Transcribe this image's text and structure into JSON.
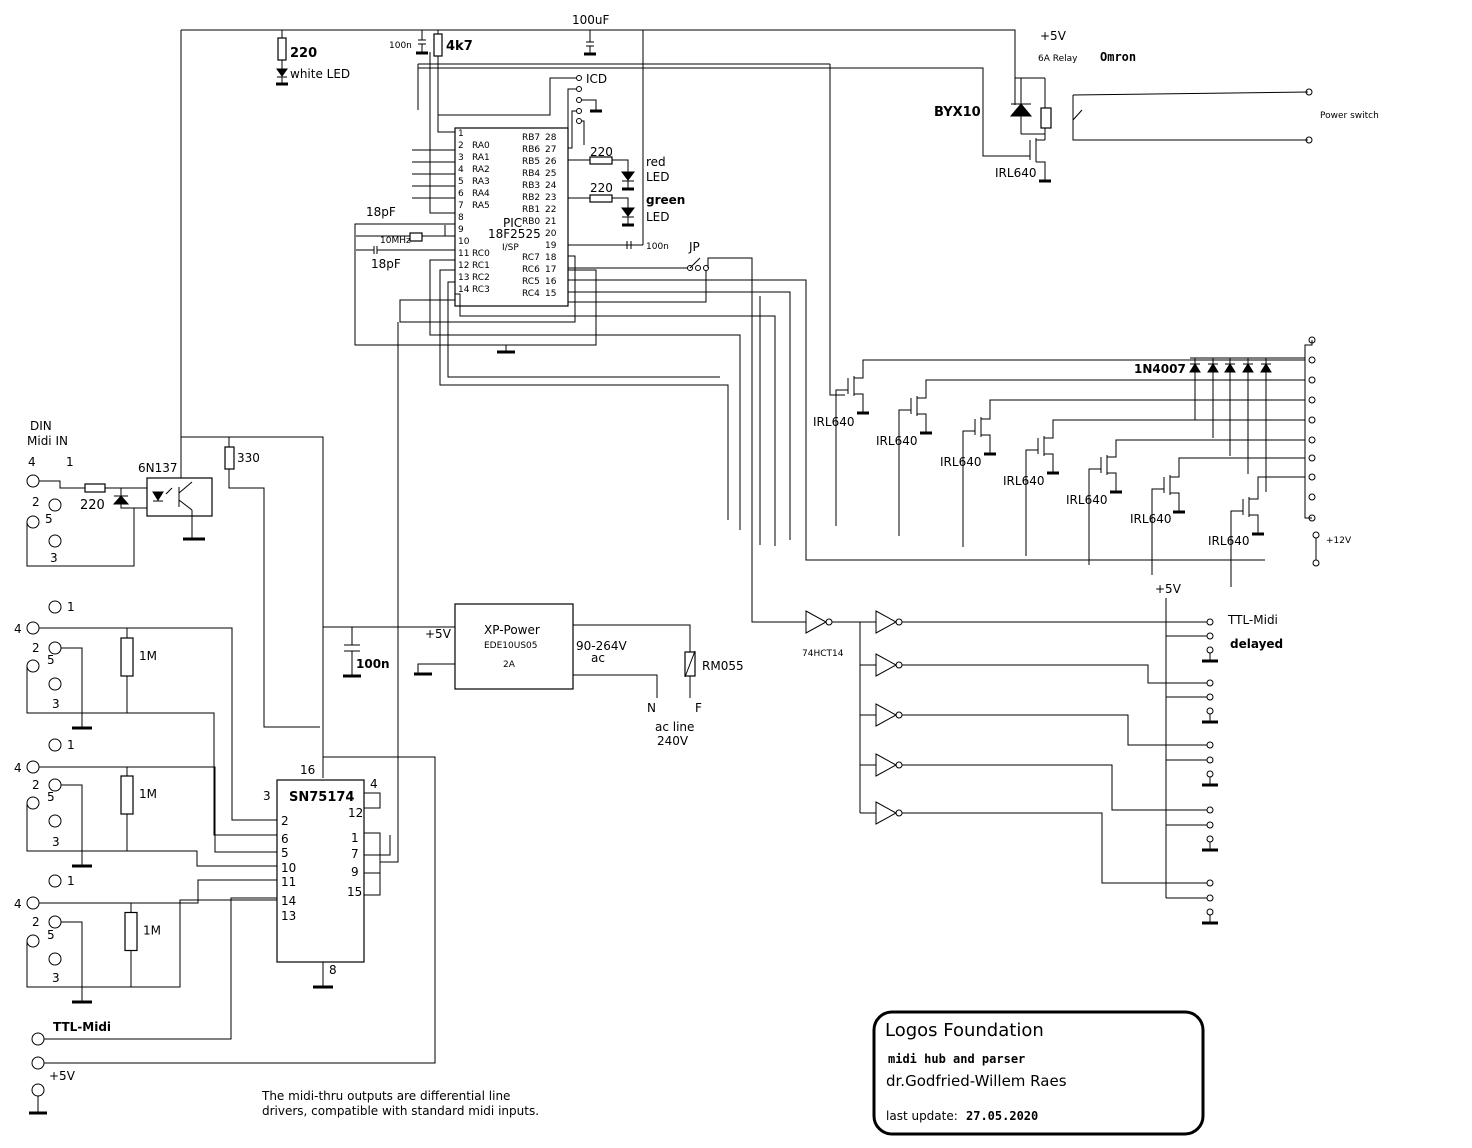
{
  "header": {
    "v5": "+5V",
    "relay": "6A Relay",
    "omron": "Omron",
    "byx": "BYX10",
    "power_switch": "Power switch",
    "irl_relay": "IRL640"
  },
  "top": {
    "r220": "220",
    "white_led": "white LED",
    "c100n_top": "100n",
    "r4k7": "4k7",
    "c100uf": "100uF",
    "icd": "ICD",
    "jp": "JP",
    "c100n_mid": "100n",
    "xtal": "10MHz",
    "c18pf_a": "18pF",
    "c18pf_b": "18pF"
  },
  "pic": {
    "name": "PIC",
    "part": "18F2525",
    "isp": "I/SP",
    "left_pins": [
      {
        "num": "1",
        "name": ""
      },
      {
        "num": "2",
        "name": "RA0"
      },
      {
        "num": "3",
        "name": "RA1"
      },
      {
        "num": "4",
        "name": "RA2"
      },
      {
        "num": "5",
        "name": "RA3"
      },
      {
        "num": "6",
        "name": "RA4"
      },
      {
        "num": "7",
        "name": "RA5"
      },
      {
        "num": "8",
        "name": ""
      },
      {
        "num": "9",
        "name": ""
      },
      {
        "num": "10",
        "name": ""
      },
      {
        "num": "11",
        "name": "RC0"
      },
      {
        "num": "12",
        "name": "RC1"
      },
      {
        "num": "13",
        "name": "RC2"
      },
      {
        "num": "14",
        "name": "RC3"
      }
    ],
    "right_pins": [
      {
        "num": "28",
        "name": "RB7"
      },
      {
        "num": "27",
        "name": "RB6"
      },
      {
        "num": "26",
        "name": "RB5"
      },
      {
        "num": "25",
        "name": "RB4"
      },
      {
        "num": "24",
        "name": "RB3"
      },
      {
        "num": "23",
        "name": "RB2"
      },
      {
        "num": "22",
        "name": "RB1"
      },
      {
        "num": "21",
        "name": "RB0"
      },
      {
        "num": "20",
        "name": ""
      },
      {
        "num": "19",
        "name": ""
      },
      {
        "num": "18",
        "name": "RC7"
      },
      {
        "num": "17",
        "name": "RC6"
      },
      {
        "num": "16",
        "name": "RC5"
      },
      {
        "num": "15",
        "name": "RC4"
      }
    ]
  },
  "leds": {
    "r_red": "220",
    "red_label_1": "red",
    "red_label_2": "LED",
    "r_green": "220",
    "green_label_1": "green",
    "green_label_2": "LED"
  },
  "din": {
    "title_1": "DIN",
    "title_2": "Midi IN",
    "p4": "4",
    "p1": "1",
    "p2": "2",
    "p5": "5",
    "p3": "3",
    "r220": "220",
    "opto": "6N137",
    "r330": "330"
  },
  "outs": [
    {
      "p1": "1",
      "p4": "4",
      "p2": "2",
      "p5": "5",
      "p3": "3",
      "res": "1M"
    },
    {
      "p1": "1",
      "p4": "4",
      "p2": "2",
      "p5": "5",
      "p3": "3",
      "res": "1M"
    },
    {
      "p1": "1",
      "p4": "4",
      "p2": "2",
      "p5": "5",
      "p3": "3",
      "res": "1M"
    }
  ],
  "sn": {
    "name": "SN75174",
    "c100n": "100n",
    "pins": {
      "p16": "16",
      "p3": "3",
      "p2": "2",
      "p6": "6",
      "p5": "5",
      "p10": "10",
      "p11": "11",
      "p14": "14",
      "p13": "13",
      "p4": "4",
      "p12": "12",
      "p1": "1",
      "p7": "7",
      "p9": "9",
      "p15": "15",
      "p8": "8"
    }
  },
  "psu": {
    "brand": "XP-Power",
    "model": "EDE10US05",
    "current": "2A",
    "v5": "+5V",
    "vac_1": "90-264V",
    "vac_2": "ac",
    "rm": "RM055",
    "n": "N",
    "f": "F",
    "acline_1": "ac line",
    "acline_2": "240V"
  },
  "fets": {
    "diode": "1N4007",
    "v12": "+12V",
    "labels": [
      "IRL640",
      "IRL640",
      "IRL640",
      "IRL640",
      "IRL640",
      "IRL640",
      "IRL640"
    ]
  },
  "ttl": {
    "v5": "+5V",
    "out_1": "TTL-Midi",
    "out_2": "delayed",
    "ic": "74HCT14"
  },
  "bottom": {
    "ttl_in": "TTL-Midi",
    "v5": "+5V",
    "note_1": "The midi-thru outputs are differential line",
    "note_2": "drivers, compatible with standard midi inputs."
  },
  "titleblock": {
    "org": "Logos Foundation",
    "desc": "midi hub and parser",
    "author": "dr.Godfried-Willem Raes",
    "update_label": "last update:",
    "update_date": "27.05.2020"
  }
}
